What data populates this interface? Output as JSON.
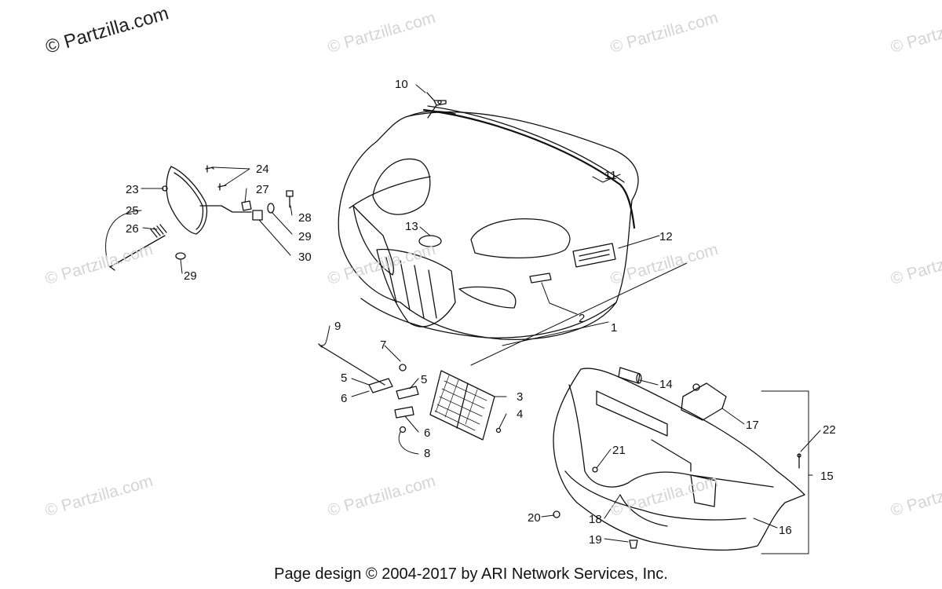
{
  "watermarks": {
    "corner": "© Partzilla.com",
    "repeat": "© Partzilla.com"
  },
  "footer": {
    "text": "Page design © 2004-2017 by ARI Network Services, Inc."
  },
  "callouts": [
    {
      "id": "c10",
      "label": "10"
    },
    {
      "id": "c11",
      "label": "11"
    },
    {
      "id": "c24",
      "label": "24"
    },
    {
      "id": "c23",
      "label": "23"
    },
    {
      "id": "c27",
      "label": "27"
    },
    {
      "id": "c25",
      "label": "25"
    },
    {
      "id": "c28",
      "label": "28"
    },
    {
      "id": "c26",
      "label": "26"
    },
    {
      "id": "c29a",
      "label": "29"
    },
    {
      "id": "c13",
      "label": "13"
    },
    {
      "id": "c12",
      "label": "12"
    },
    {
      "id": "c30",
      "label": "30"
    },
    {
      "id": "c29b",
      "label": "29"
    },
    {
      "id": "c2",
      "label": "2"
    },
    {
      "id": "c1",
      "label": "1"
    },
    {
      "id": "c9",
      "label": "9"
    },
    {
      "id": "c7",
      "label": "7"
    },
    {
      "id": "c14",
      "label": "14"
    },
    {
      "id": "c5a",
      "label": "5"
    },
    {
      "id": "c5b",
      "label": "5"
    },
    {
      "id": "c3",
      "label": "3"
    },
    {
      "id": "c6a",
      "label": "6"
    },
    {
      "id": "c4",
      "label": "4"
    },
    {
      "id": "c17",
      "label": "17"
    },
    {
      "id": "c22",
      "label": "22"
    },
    {
      "id": "c6b",
      "label": "6"
    },
    {
      "id": "c8",
      "label": "8"
    },
    {
      "id": "c21",
      "label": "21"
    },
    {
      "id": "c15",
      "label": "15"
    },
    {
      "id": "c20",
      "label": "20"
    },
    {
      "id": "c18",
      "label": "18"
    },
    {
      "id": "c16",
      "label": "16"
    },
    {
      "id": "c19",
      "label": "19"
    }
  ]
}
